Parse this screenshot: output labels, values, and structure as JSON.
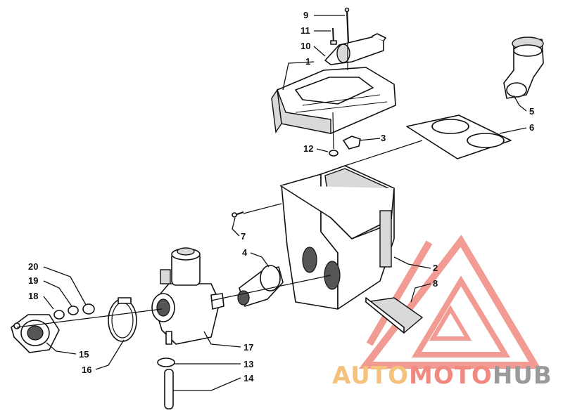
{
  "callouts": [
    {
      "id": "1",
      "label": "1"
    },
    {
      "id": "2",
      "label": "2"
    },
    {
      "id": "3",
      "label": "3"
    },
    {
      "id": "4",
      "label": "4"
    },
    {
      "id": "5",
      "label": "5"
    },
    {
      "id": "6",
      "label": "6"
    },
    {
      "id": "7",
      "label": "7"
    },
    {
      "id": "8",
      "label": "8"
    },
    {
      "id": "9",
      "label": "9"
    },
    {
      "id": "10",
      "label": "10"
    },
    {
      "id": "11",
      "label": "11"
    },
    {
      "id": "12",
      "label": "12"
    },
    {
      "id": "13",
      "label": "13"
    },
    {
      "id": "14",
      "label": "14"
    },
    {
      "id": "15",
      "label": "15"
    },
    {
      "id": "16",
      "label": "16"
    },
    {
      "id": "17",
      "label": "17"
    },
    {
      "id": "18",
      "label": "18"
    },
    {
      "id": "19",
      "label": "19"
    },
    {
      "id": "20",
      "label": "20"
    }
  ],
  "watermark": {
    "part1": "AUTO",
    "part2": "MOTO",
    "part3": "HUB",
    "color_auto": "#f4c27a",
    "color_moto": "#f08a80",
    "color_hub": "#9a9a9a",
    "logo_color": "#e84b3c"
  }
}
